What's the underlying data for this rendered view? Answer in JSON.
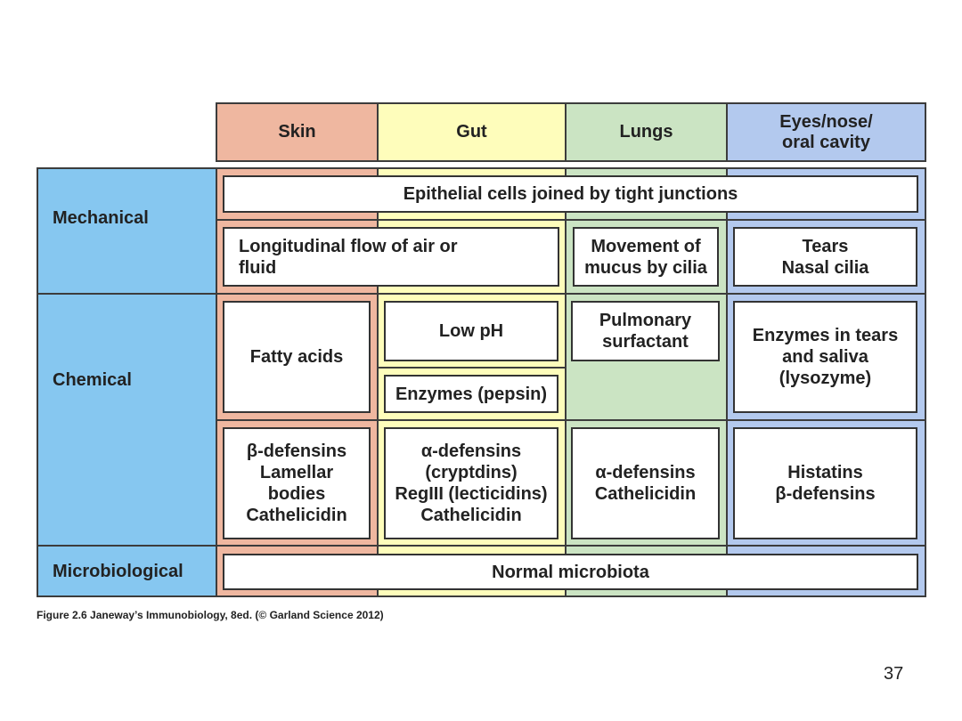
{
  "colors": {
    "skin": "#efb7a0",
    "gut": "#fefdbb",
    "lungs": "#cbe4c3",
    "eyes": "#b3c9ee",
    "row_labels": "#86c7f0"
  },
  "headers": {
    "skin": "Skin",
    "gut": "Gut",
    "lungs": "Lungs",
    "eyes": "Eyes/nose/\noral cavity"
  },
  "rows": {
    "mechanical": "Mechanical",
    "chemical": "Chemical",
    "microbiological": "Microbiological"
  },
  "cells": {
    "epithelial": "Epithelial cells joined by tight junctions",
    "longitudinal_flow": "Longitudinal flow of air or\nfluid",
    "mucus_cilia": "Movement of\nmucus by cilia",
    "tears_cilia": "Tears\nNasal cilia",
    "fatty_acids": "Fatty acids",
    "low_ph": "Low pH",
    "pepsin": "Enzymes (pepsin)",
    "surfactant": "Pulmonary\nsurfactant",
    "enzymes_tears": "Enzymes in tears\nand saliva\n(lysozyme)",
    "skin_peptides": "β-defensins\nLamellar\nbodies\nCathelicidin",
    "gut_peptides": "α-defensins\n(cryptdins)\nRegIII (lecticidins)\nCathelicidin",
    "lung_peptides": "α-defensins\nCathelicidin",
    "eye_peptides": "Histatins\nβ-defensins",
    "microbiota": "Normal microbiota"
  },
  "caption": "Figure 2.6  Janeway’s Immunobiology, 8ed. (© Garland Science 2012)",
  "page_number": "37"
}
